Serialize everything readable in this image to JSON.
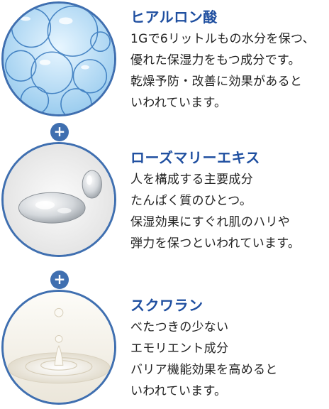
{
  "colors": {
    "accent": "#1f4fa0",
    "circle_border": "#3f6fb0",
    "plus_bg": "#3f6fb0"
  },
  "connector": {
    "plus_symbol": "+"
  },
  "items": [
    {
      "image_icon": "water-bubbles",
      "title": "ヒアルロン酸",
      "lines": [
        "1Gで6リットルもの水分を保つ、",
        "優れた保湿力をもつ成分です。",
        "乾燥予防・改善に効果があると",
        "いわれています。"
      ]
    },
    {
      "image_icon": "gel-droplets",
      "title": "ローズマリーエキス",
      "lines": [
        "人を構成する主要成分",
        "たんぱく質のひとつ。",
        "保湿効果にすぐれ肌のハリや",
        "弾力を保つといわれています。"
      ]
    },
    {
      "image_icon": "milk-splash",
      "title": "スクワラン",
      "lines": [
        "べたつきの少ない",
        "エモリエント成分",
        "バリア機能効果を高めると",
        "いわれています。"
      ]
    }
  ]
}
